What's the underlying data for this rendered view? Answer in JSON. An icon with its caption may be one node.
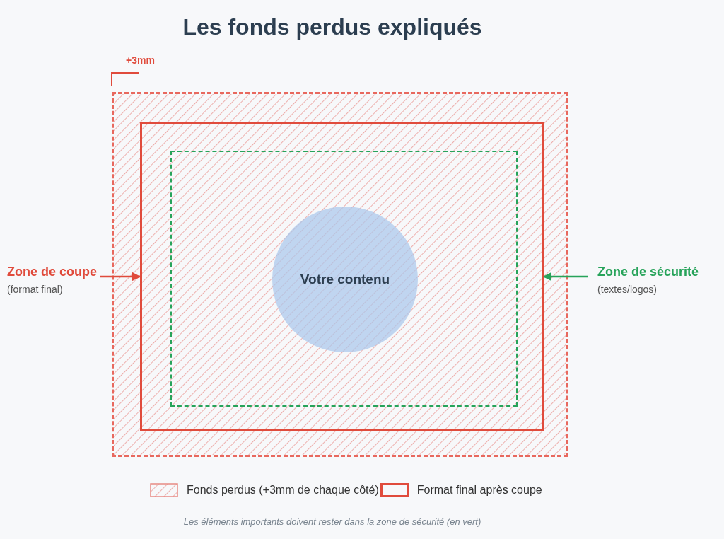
{
  "diagram": {
    "title": "Les fonds perdus expliqués",
    "caption": "Les éléments importants doivent rester dans la zone de sécurité (en vert)",
    "nodes": [
      {
        "text": [],
        "shape": "box"
      },
      {
        "text": [],
        "shape": "box",
        "in": 0
      },
      {
        "text": [],
        "shape": "box",
        "in": 1
      },
      {
        "text": [
          "Votre contenu"
        ],
        "in": 2
      },
      {
        "text": [
          "Zone de coupe",
          "(format final)"
        ]
      },
      {
        "text": [
          "Zone de sécurité",
          "(textes/logos)"
        ]
      }
    ],
    "edges": [
      {
        "from": 4,
        "to": 1,
        "arrow": "to",
        "color": "#e04b3c"
      },
      {
        "from": 5,
        "to": 1,
        "arrow": "to",
        "color": "#27a35a"
      }
    ],
    "labels": [
      "+3mm"
    ],
    "legend": [
      {
        "text": "Fonds perdus (+3mm de chaque côté)"
      },
      {
        "text": "Format final après coupe"
      }
    ]
  }
}
